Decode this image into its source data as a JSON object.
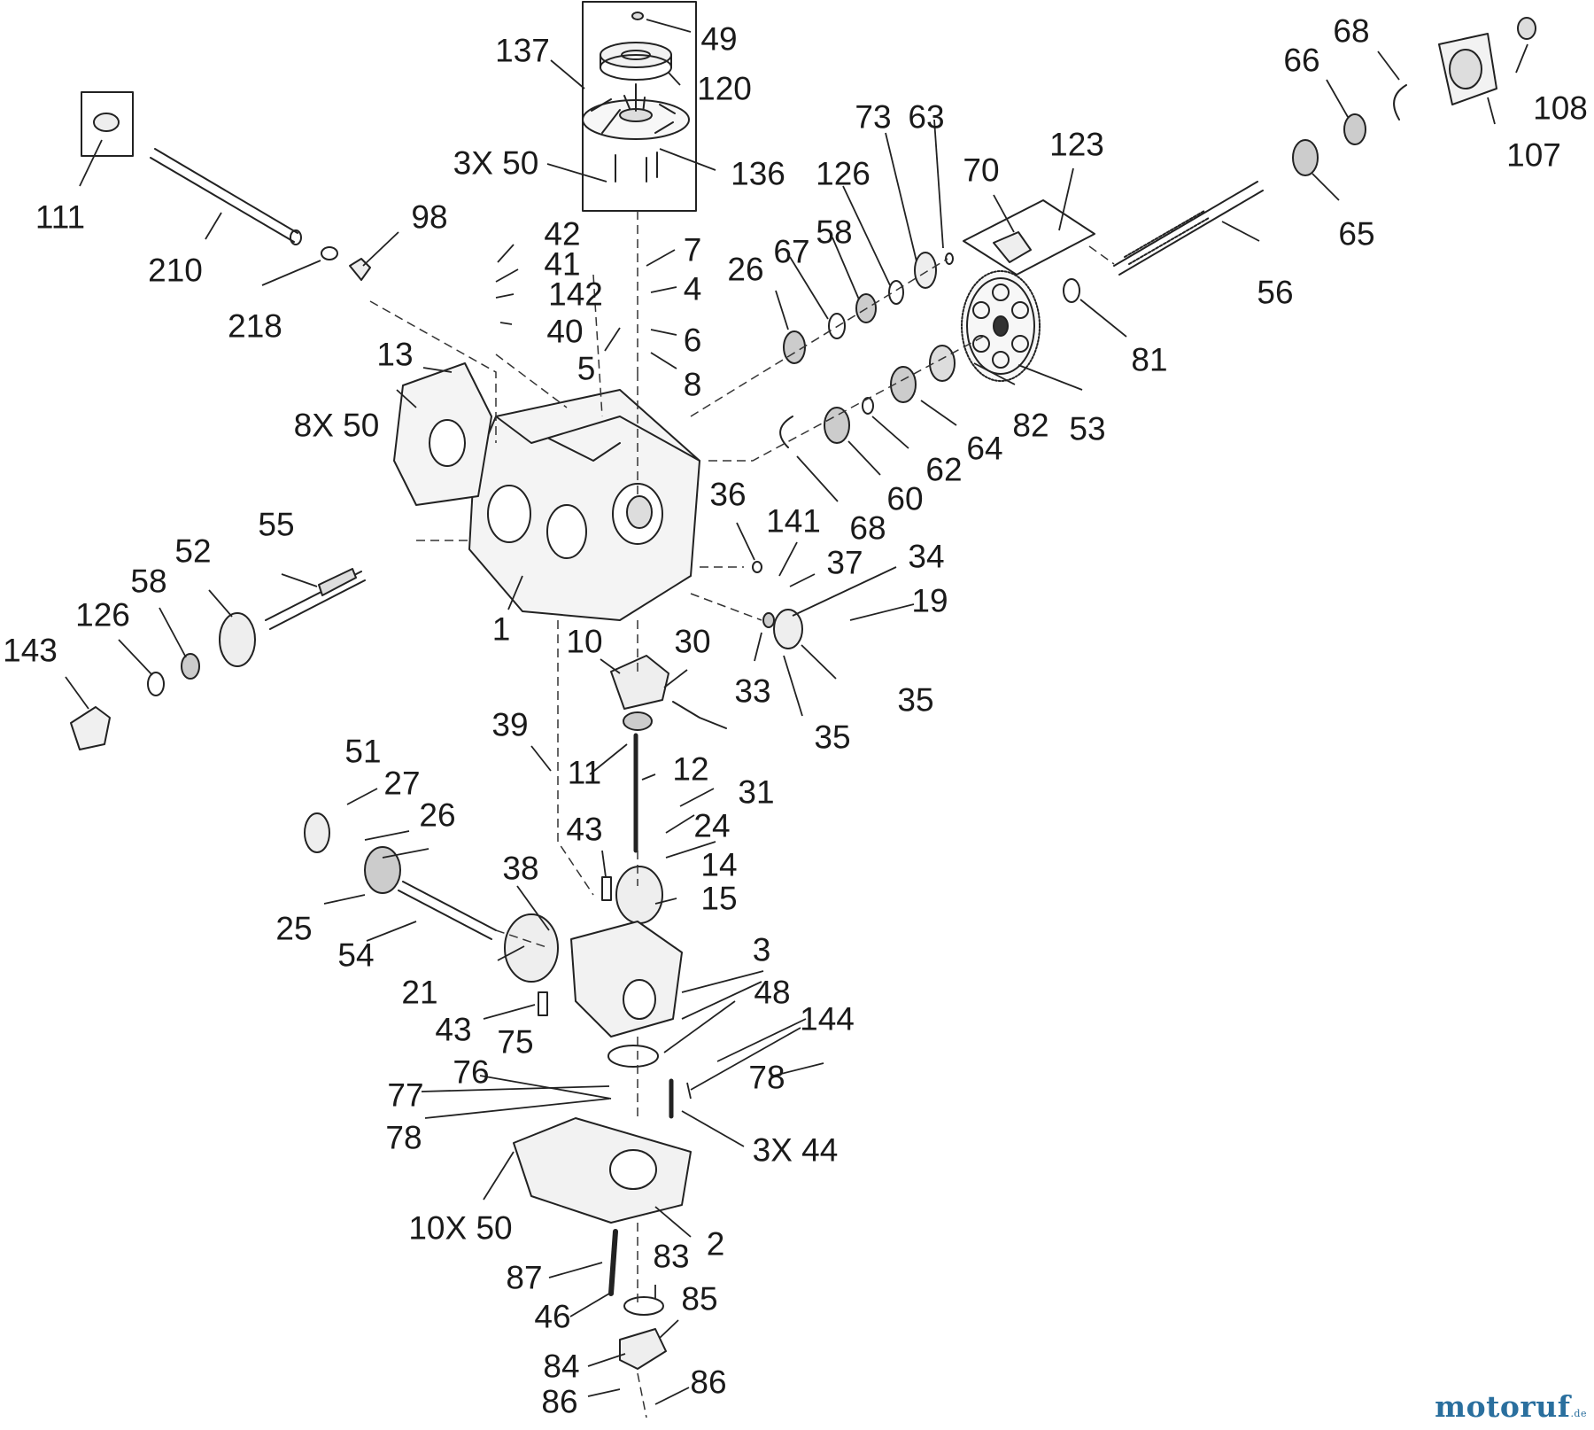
{
  "callouts": [
    {
      "id": "c-137",
      "text": "137"
    },
    {
      "id": "c-49",
      "text": "49"
    },
    {
      "id": "c-120",
      "text": "120"
    },
    {
      "id": "c-3x50",
      "text": "3X 50"
    },
    {
      "id": "c-136",
      "text": "136"
    },
    {
      "id": "c-111",
      "text": "111"
    },
    {
      "id": "c-210",
      "text": "210"
    },
    {
      "id": "c-98",
      "text": "98"
    },
    {
      "id": "c-218",
      "text": "218"
    },
    {
      "id": "c-42",
      "text": "42"
    },
    {
      "id": "c-41",
      "text": "41"
    },
    {
      "id": "c-142",
      "text": "142"
    },
    {
      "id": "c-40",
      "text": "40"
    },
    {
      "id": "c-7",
      "text": "7"
    },
    {
      "id": "c-4",
      "text": "4"
    },
    {
      "id": "c-6",
      "text": "6"
    },
    {
      "id": "c-5",
      "text": "5"
    },
    {
      "id": "c-8",
      "text": "8"
    },
    {
      "id": "c-13",
      "text": "13"
    },
    {
      "id": "c-8x50",
      "text": "8X 50"
    },
    {
      "id": "c-73",
      "text": "73"
    },
    {
      "id": "c-63",
      "text": "63"
    },
    {
      "id": "c-126a",
      "text": "126"
    },
    {
      "id": "c-58a",
      "text": "58"
    },
    {
      "id": "c-67",
      "text": "67"
    },
    {
      "id": "c-26a",
      "text": "26"
    },
    {
      "id": "c-70",
      "text": "70"
    },
    {
      "id": "c-123",
      "text": "123"
    },
    {
      "id": "c-66",
      "text": "66"
    },
    {
      "id": "c-68a",
      "text": "68"
    },
    {
      "id": "c-108",
      "text": "108"
    },
    {
      "id": "c-107",
      "text": "107"
    },
    {
      "id": "c-65",
      "text": "65"
    },
    {
      "id": "c-56",
      "text": "56"
    },
    {
      "id": "c-81",
      "text": "81"
    },
    {
      "id": "c-82",
      "text": "82"
    },
    {
      "id": "c-53",
      "text": "53"
    },
    {
      "id": "c-64",
      "text": "64"
    },
    {
      "id": "c-62",
      "text": "62"
    },
    {
      "id": "c-60",
      "text": "60"
    },
    {
      "id": "c-68b",
      "text": "68"
    },
    {
      "id": "c-36",
      "text": "36"
    },
    {
      "id": "c-141",
      "text": "141"
    },
    {
      "id": "c-37",
      "text": "37"
    },
    {
      "id": "c-34",
      "text": "34"
    },
    {
      "id": "c-19",
      "text": "19"
    },
    {
      "id": "c-33",
      "text": "33"
    },
    {
      "id": "c-35a",
      "text": "35"
    },
    {
      "id": "c-35b",
      "text": "35"
    },
    {
      "id": "c-55",
      "text": "55"
    },
    {
      "id": "c-52",
      "text": "52"
    },
    {
      "id": "c-58b",
      "text": "58"
    },
    {
      "id": "c-126b",
      "text": "126"
    },
    {
      "id": "c-143",
      "text": "143"
    },
    {
      "id": "c-1",
      "text": "1"
    },
    {
      "id": "c-10",
      "text": "10"
    },
    {
      "id": "c-30",
      "text": "30"
    },
    {
      "id": "c-39",
      "text": "39"
    },
    {
      "id": "c-11",
      "text": "11"
    },
    {
      "id": "c-12",
      "text": "12"
    },
    {
      "id": "c-31",
      "text": "31"
    },
    {
      "id": "c-51",
      "text": "51"
    },
    {
      "id": "c-27",
      "text": "27"
    },
    {
      "id": "c-26b",
      "text": "26"
    },
    {
      "id": "c-43a",
      "text": "43"
    },
    {
      "id": "c-24",
      "text": "24"
    },
    {
      "id": "c-14",
      "text": "14"
    },
    {
      "id": "c-15",
      "text": "15"
    },
    {
      "id": "c-38",
      "text": "38"
    },
    {
      "id": "c-25",
      "text": "25"
    },
    {
      "id": "c-54",
      "text": "54"
    },
    {
      "id": "c-3",
      "text": "3"
    },
    {
      "id": "c-21",
      "text": "21"
    },
    {
      "id": "c-48",
      "text": "48"
    },
    {
      "id": "c-144",
      "text": "144"
    },
    {
      "id": "c-43b",
      "text": "43"
    },
    {
      "id": "c-75",
      "text": "75"
    },
    {
      "id": "c-76",
      "text": "76"
    },
    {
      "id": "c-78a",
      "text": "78"
    },
    {
      "id": "c-77",
      "text": "77"
    },
    {
      "id": "c-78b",
      "text": "78"
    },
    {
      "id": "c-3x44",
      "text": "3X 44"
    },
    {
      "id": "c-10x50",
      "text": "10X 50"
    },
    {
      "id": "c-2",
      "text": "2"
    },
    {
      "id": "c-87",
      "text": "87"
    },
    {
      "id": "c-83",
      "text": "83"
    },
    {
      "id": "c-46",
      "text": "46"
    },
    {
      "id": "c-85",
      "text": "85"
    },
    {
      "id": "c-84",
      "text": "84"
    },
    {
      "id": "c-86a",
      "text": "86"
    },
    {
      "id": "c-86b",
      "text": "86"
    }
  ],
  "watermark": {
    "brand": "motoruf",
    "tld": ".de",
    "brand_color": "#2a6f9e",
    "accent_color": "#e08a1e"
  }
}
